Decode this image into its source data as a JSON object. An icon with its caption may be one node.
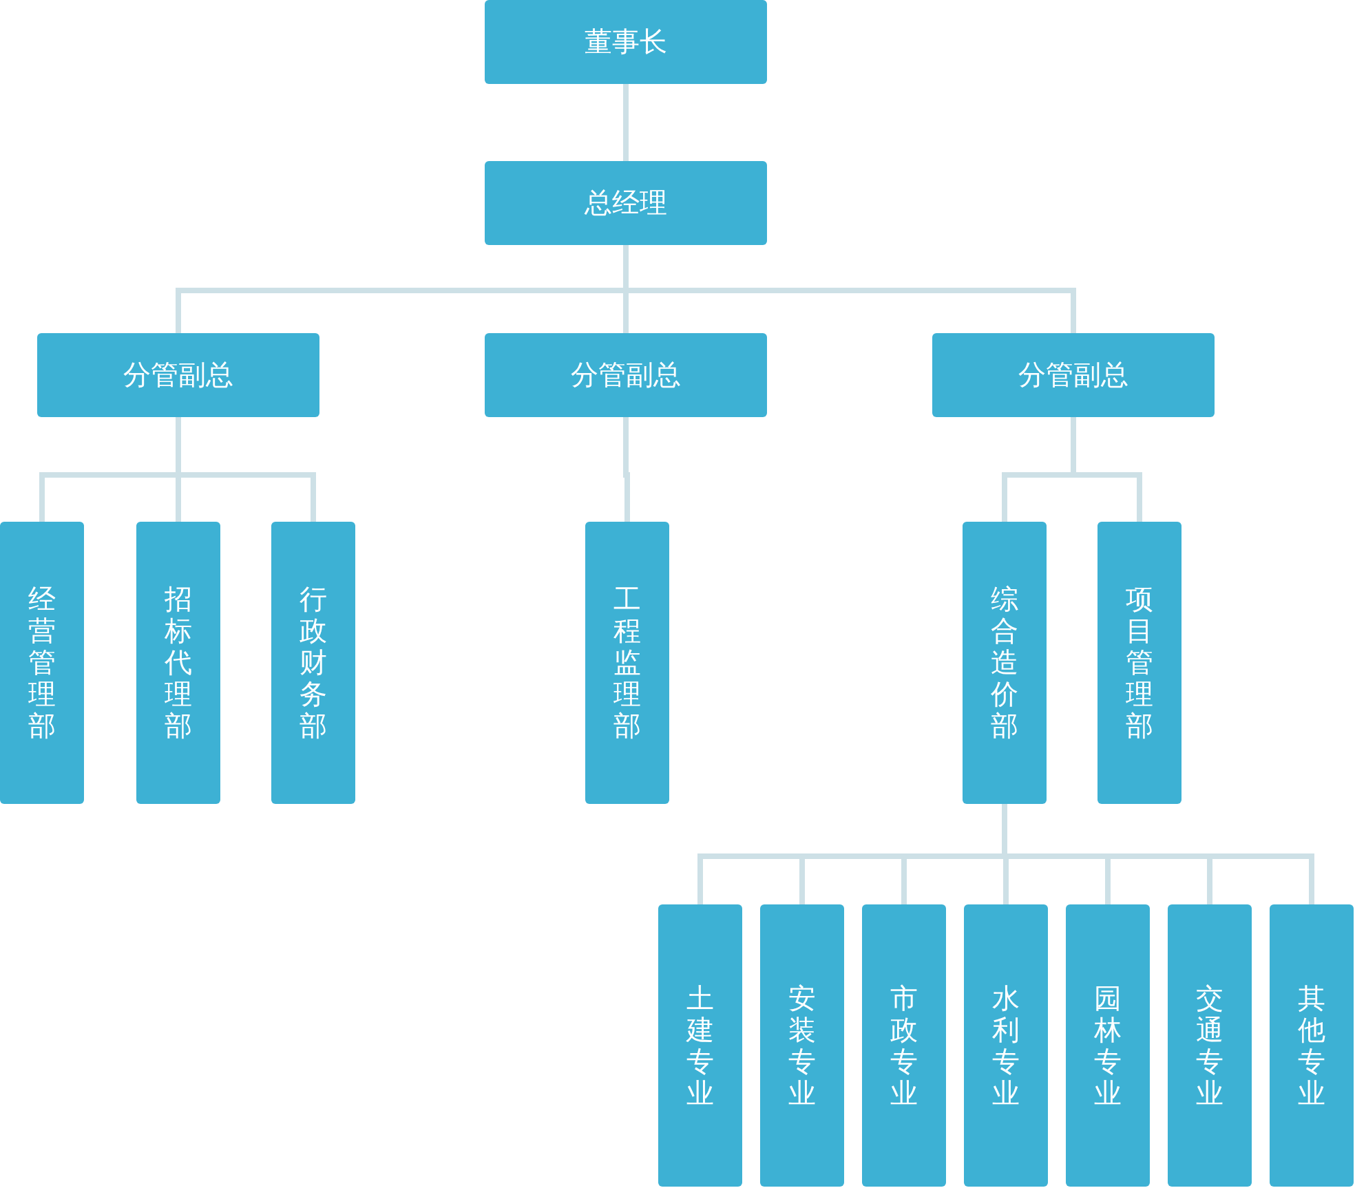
{
  "diagram": {
    "nodes": [
      {
        "text": [
          "董事长"
        ]
      },
      {
        "text": [
          "总经理"
        ]
      },
      {
        "text": [
          "分管副总"
        ]
      },
      {
        "text": [
          "分管副总"
        ]
      },
      {
        "text": [
          "分管副总"
        ]
      },
      {
        "text": [
          "经营管理部"
        ]
      },
      {
        "text": [
          "招标代理部"
        ]
      },
      {
        "text": [
          "行政财务部"
        ]
      },
      {
        "text": [
          "工程监理部"
        ]
      },
      {
        "text": [
          "综合造价部"
        ]
      },
      {
        "text": [
          "项目管理部"
        ]
      },
      {
        "text": [
          "土建专业"
        ]
      },
      {
        "text": [
          "安装专业"
        ]
      },
      {
        "text": [
          "市政专业"
        ]
      },
      {
        "text": [
          "水利专业"
        ]
      },
      {
        "text": [
          "园林专业"
        ]
      },
      {
        "text": [
          "交通专业"
        ]
      },
      {
        "text": [
          "其他专业"
        ]
      }
    ],
    "edges": [
      {
        "from": 0,
        "to": 1,
        "arrow": "none"
      },
      {
        "from": 1,
        "to": 2,
        "arrow": "none"
      },
      {
        "from": 1,
        "to": 3,
        "arrow": "none"
      },
      {
        "from": 1,
        "to": 4,
        "arrow": "none"
      },
      {
        "from": 2,
        "to": 5,
        "arrow": "none"
      },
      {
        "from": 2,
        "to": 6,
        "arrow": "none"
      },
      {
        "from": 2,
        "to": 7,
        "arrow": "none"
      },
      {
        "from": 3,
        "to": 8,
        "arrow": "none"
      },
      {
        "from": 4,
        "to": 9,
        "arrow": "none"
      },
      {
        "from": 4,
        "to": 10,
        "arrow": "none"
      },
      {
        "from": 9,
        "to": 11,
        "arrow": "none"
      },
      {
        "from": 9,
        "to": 12,
        "arrow": "none"
      },
      {
        "from": 9,
        "to": 13,
        "arrow": "none"
      },
      {
        "from": 9,
        "to": 14,
        "arrow": "none"
      },
      {
        "from": 9,
        "to": 15,
        "arrow": "none"
      },
      {
        "from": 9,
        "to": 16,
        "arrow": "none"
      },
      {
        "from": 9,
        "to": 17,
        "arrow": "none"
      }
    ]
  }
}
